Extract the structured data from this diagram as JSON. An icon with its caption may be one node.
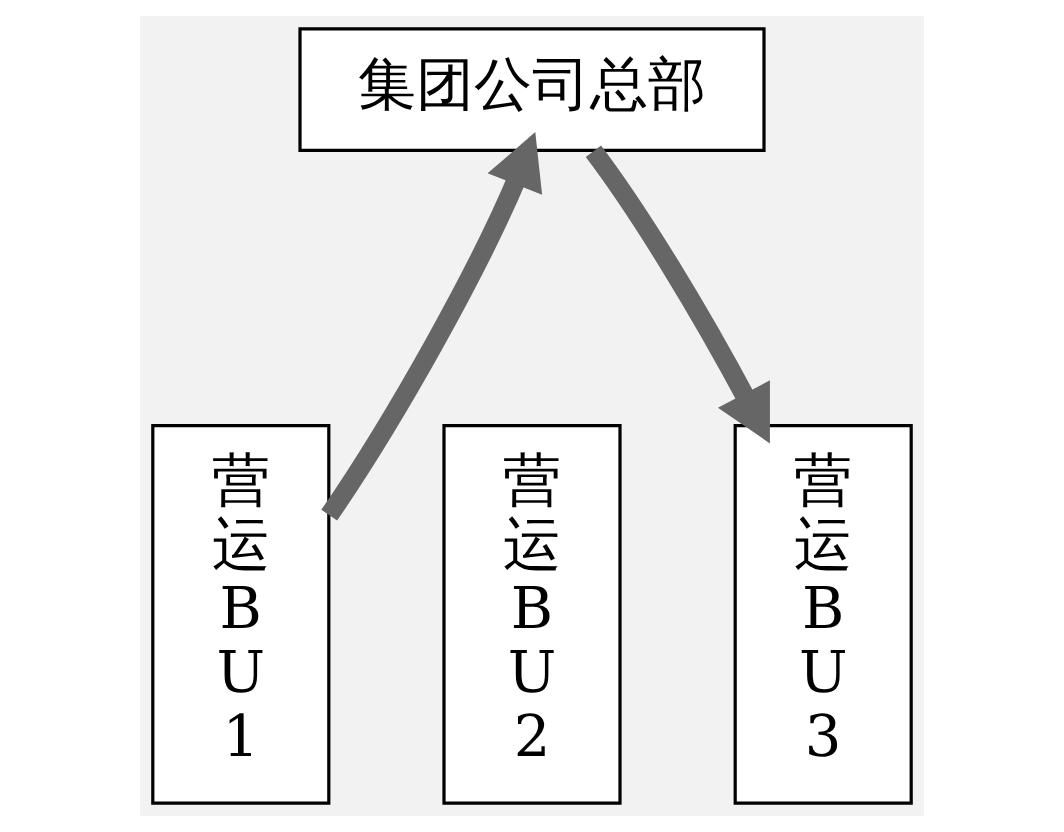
{
  "diagram": {
    "nodes": [
      {
        "text": [
          "集团公司总部"
        ]
      },
      {
        "text": [
          "营运BU1"
        ]
      },
      {
        "text": [
          "营运BU2"
        ]
      },
      {
        "text": [
          "营运BU3"
        ]
      }
    ],
    "edges": [
      {
        "from": 1,
        "to": 0,
        "arrow": "to"
      },
      {
        "from": 0,
        "to": 3,
        "arrow": "to"
      }
    ]
  }
}
